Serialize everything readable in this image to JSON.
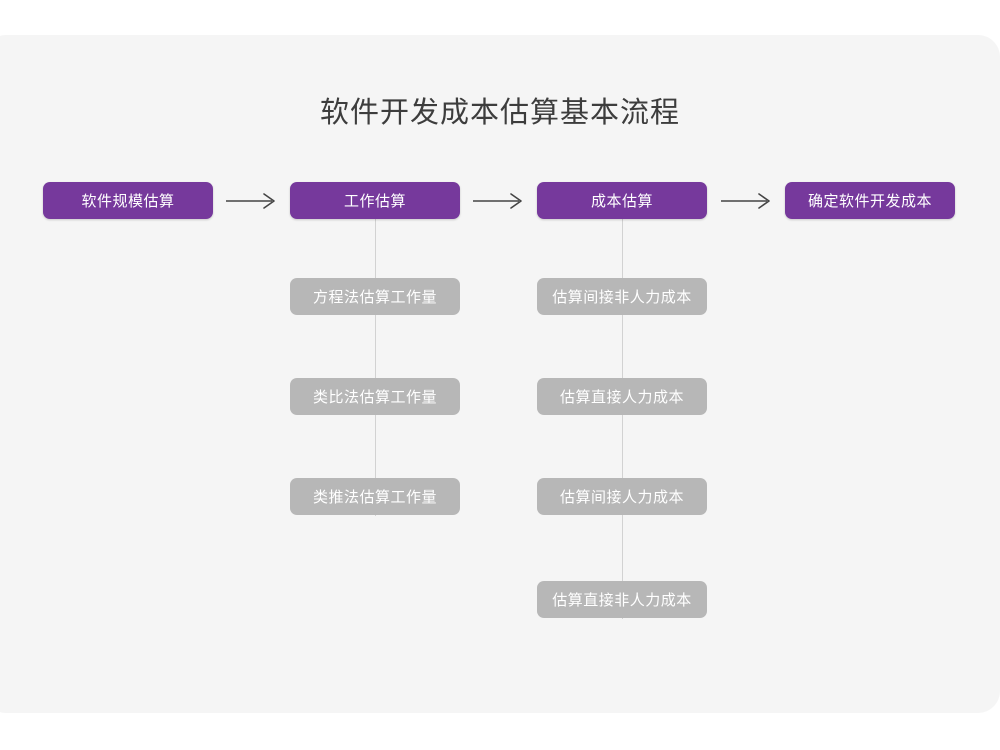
{
  "diagram": {
    "title": "软件开发成本估算基本流程",
    "colors": {
      "primary": "#76399C",
      "secondary": "#B7B7B7",
      "card_background": "#F5F5F5",
      "page_background": "#FFFFFF",
      "title_text": "#3D3D3D",
      "node_text": "#FFFFFF",
      "connector": "#D2D2D2",
      "arrow": "#444444"
    },
    "main_flow": [
      {
        "id": "scale",
        "label": "软件规模估算"
      },
      {
        "id": "effort",
        "label": "工作估算"
      },
      {
        "id": "cost",
        "label": "成本估算"
      },
      {
        "id": "final",
        "label": "确定软件开发成本"
      }
    ],
    "arrows": [
      {
        "id": "arrow-1",
        "from": "软件规模估算",
        "to": "工作估算",
        "glyph": "arrow-right-icon"
      },
      {
        "id": "arrow-2",
        "from": "工作估算",
        "to": "成本估算",
        "glyph": "arrow-right-icon"
      },
      {
        "id": "arrow-3",
        "from": "成本估算",
        "to": "确定软件开发成本",
        "glyph": "arrow-right-icon"
      }
    ],
    "branches": [
      {
        "id": "effort-branch",
        "parent": "工作估算",
        "items": [
          {
            "id": "eq",
            "label": "方程法估算工作量"
          },
          {
            "id": "analogy",
            "label": "类比法估算工作量"
          },
          {
            "id": "deduce",
            "label": "类推法估算工作量"
          }
        ]
      },
      {
        "id": "cost-branch",
        "parent": "成本估算",
        "items": [
          {
            "id": "indirect-nonlabor",
            "label": "估算间接非人力成本"
          },
          {
            "id": "direct-labor",
            "label": "估算直接人力成本"
          },
          {
            "id": "indirect-labor",
            "label": "估算间接人力成本"
          },
          {
            "id": "direct-nonlabor",
            "label": "估算直接非人力成本"
          }
        ]
      }
    ]
  }
}
